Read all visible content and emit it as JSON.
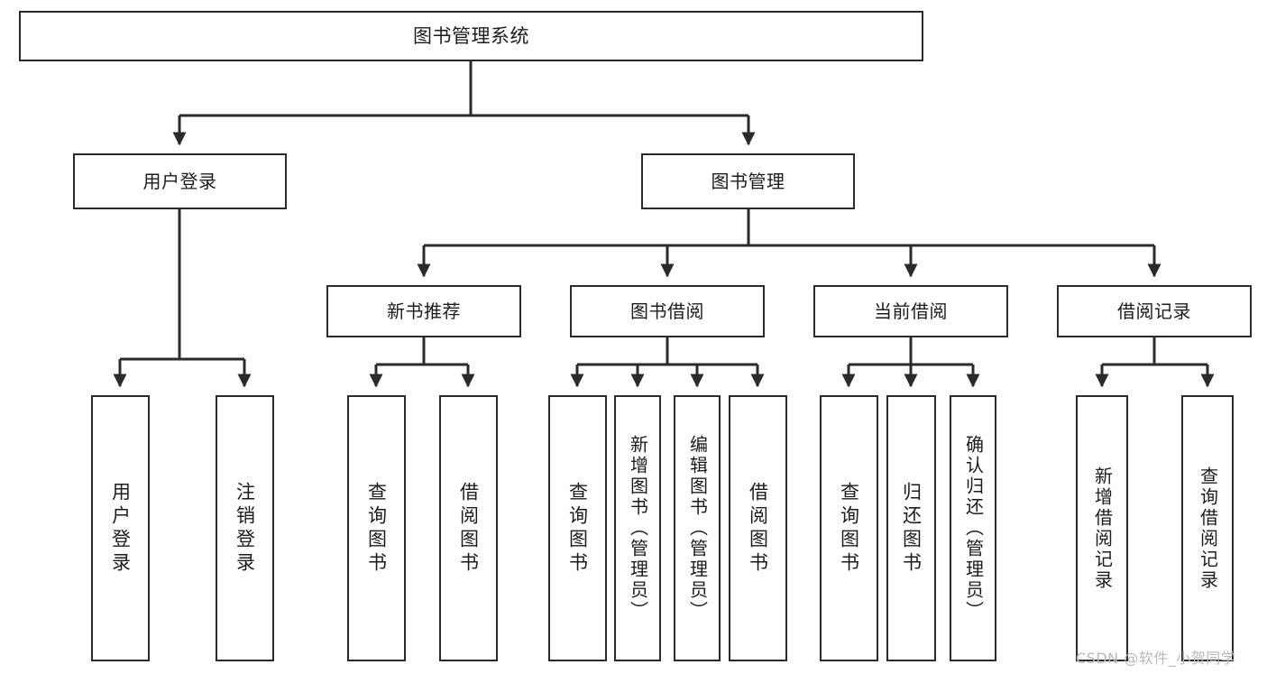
{
  "diagram": {
    "type": "tree",
    "title": "图书管理系统",
    "orientation": "top-down",
    "line_color": "#2b2b2b",
    "box_fill": "#ffffff",
    "text_color": "#1c1c1c",
    "root": {
      "label": "图书管理系统"
    },
    "level2": [
      {
        "label": "用户登录"
      },
      {
        "label": "图书管理"
      }
    ],
    "level3": [
      {
        "label": "新书推荐"
      },
      {
        "label": "图书借阅"
      },
      {
        "label": "当前借阅"
      },
      {
        "label": "借阅记录"
      }
    ],
    "leaves": {
      "user_login": [
        {
          "label": "用户登录"
        },
        {
          "label": "注销登录"
        }
      ],
      "new_book_recommend": [
        {
          "label": "查询图书"
        },
        {
          "label": "借阅图书"
        }
      ],
      "book_borrow": [
        {
          "label": "查询图书"
        },
        {
          "label": "新增图书（管理员）"
        },
        {
          "label": "编辑图书（管理员）"
        },
        {
          "label": "借阅图书"
        }
      ],
      "current_borrow": [
        {
          "label": "查询图书"
        },
        {
          "label": "归还图书"
        },
        {
          "label": "确认归还（管理员）"
        }
      ],
      "borrow_record": [
        {
          "label": "新增借阅记录"
        },
        {
          "label": "查询借阅记录"
        }
      ]
    }
  },
  "watermark": {
    "text": "CSDN @软件_小贺同学",
    "color": "#b9b9b9"
  }
}
